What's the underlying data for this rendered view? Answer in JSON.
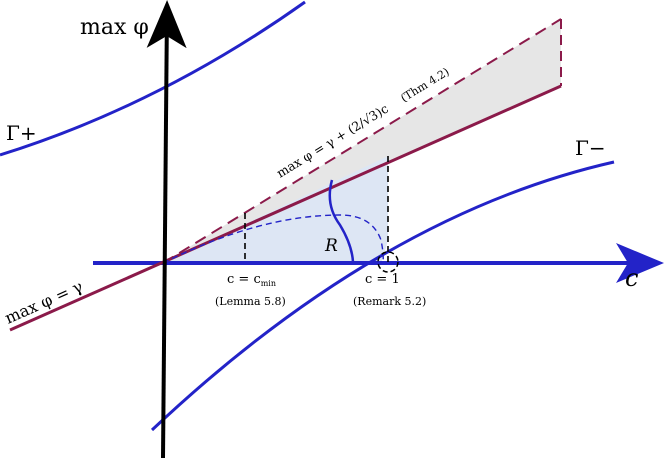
{
  "axes": {
    "y_label": "max φ",
    "x_label": "c"
  },
  "curves": {
    "gamma_plus": "Γ+",
    "gamma_minus": "Γ−"
  },
  "lines": {
    "lower_line": "max φ = γ",
    "upper_line": "max φ = γ + (2/√3)c",
    "upper_line_ref": "(Thm 4.2)"
  },
  "region": {
    "label": "R"
  },
  "markers": {
    "c_min": "c = c",
    "c_min_sub": "min",
    "c_min_ref": "(Lemma 5.8)",
    "c_one": "c = 1",
    "c_one_ref": "(Remark 5.2)"
  },
  "colors": {
    "curve_blue": "#2323c8",
    "line_red": "#8b1a4a",
    "region_fill": "#dde6f4",
    "wedge_fill": "#e6e6e6",
    "axis": "#000000"
  }
}
